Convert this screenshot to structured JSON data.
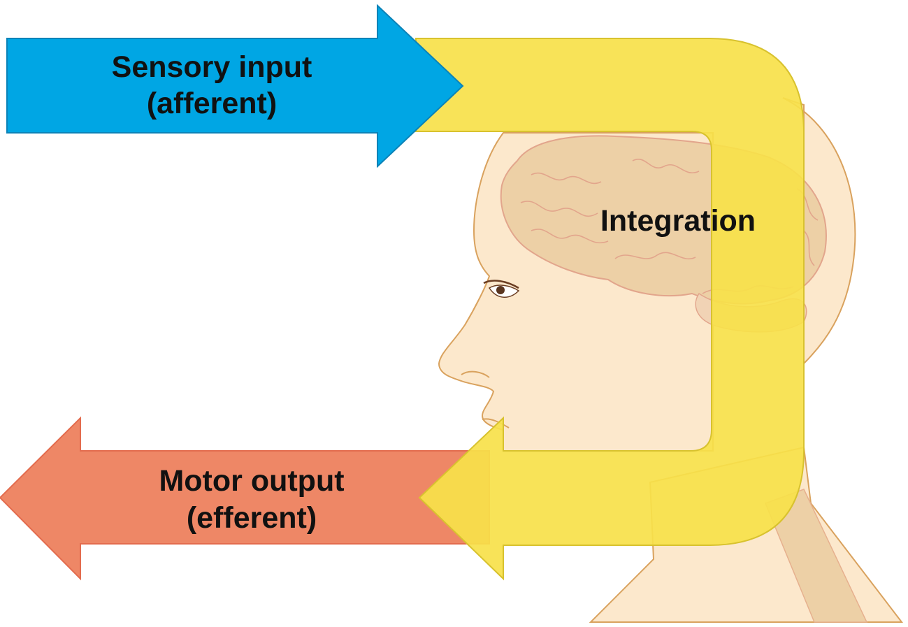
{
  "diagram": {
    "sensory": {
      "line1": "Sensory input",
      "line2": "(afferent)",
      "color": "#00A6E4"
    },
    "integration": {
      "label": "Integration",
      "color": "#F7E14A"
    },
    "motor": {
      "line1": "Motor output",
      "line2": "(efferent)",
      "color": "#EE8766"
    },
    "head": {
      "skin_color": "#FCE8CC",
      "brain_color": "#EDD0A6",
      "outline_color": "#D9A25E"
    }
  }
}
